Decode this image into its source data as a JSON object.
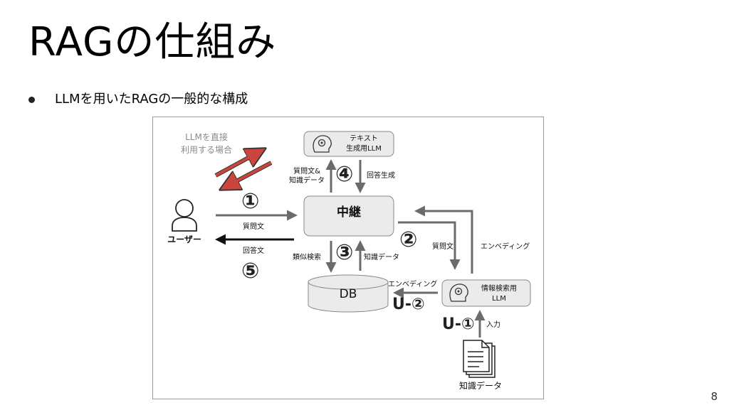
{
  "slide": {
    "title": "RAGの仕組み",
    "bullet": "LLMを用いたRAGの一般的な構成",
    "page_number": "8"
  },
  "diagram": {
    "direct_llm_note": [
      "LLMを直接",
      "利用する場合"
    ],
    "text_gen_llm": [
      "テキスト",
      "生成用LLM"
    ],
    "relay": "中継",
    "db": "DB",
    "search_llm": [
      "情報検索用",
      "LLM"
    ],
    "user": "ユーザー",
    "knowledge_data": "知識データ",
    "labels": {
      "question_to_relay": "質問文",
      "answer_to_user": "回答文",
      "question_and_knowledge": [
        "質問文&",
        "知識データ"
      ],
      "answer_generation": "回答生成",
      "similarity_search": "類似検索",
      "knowledge_data_up": "知識データ",
      "question_to_search": "質問文",
      "embedding_back": "エンベディング",
      "embedding_to_db": "エンベディング",
      "input": "入力"
    },
    "steps": {
      "s1": "①",
      "s2": "②",
      "s3": "③",
      "s4": "④",
      "s5": "⑤",
      "u1": "U-①",
      "u2": "U-②"
    },
    "icons": {
      "user": "user-icon",
      "brain": "brain-gear-icon",
      "document": "documents-icon",
      "database": "database-cylinder-icon"
    },
    "colors": {
      "box_fill": "#ebebeb",
      "box_stroke": "#888888",
      "arrow_gray": "#6b6b6b",
      "arrow_black": "#111111",
      "arrow_red": "#c9453d"
    }
  }
}
